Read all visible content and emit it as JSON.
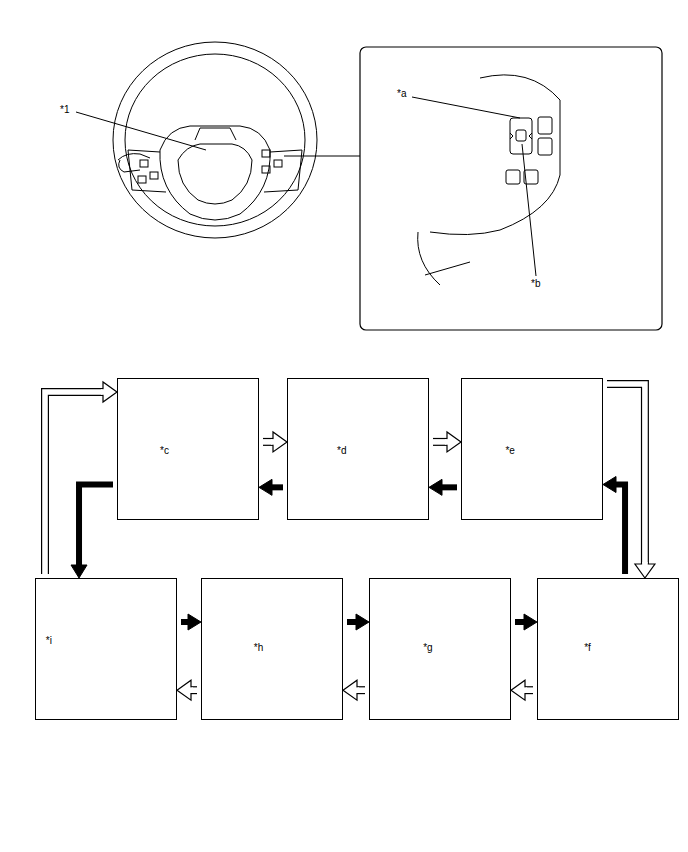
{
  "diagram": {
    "nodes": [
      {
        "text": [
          "*c"
        ]
      },
      {
        "text": [
          "*d"
        ]
      },
      {
        "text": [
          "*e"
        ]
      },
      {
        "text": [
          "*i"
        ]
      },
      {
        "text": [
          "*h"
        ]
      },
      {
        "text": [
          "*g"
        ]
      },
      {
        "text": [
          "*f"
        ]
      }
    ],
    "edges": [
      {
        "from": 0,
        "to": 1,
        "arrow": "to"
      },
      {
        "from": 1,
        "to": 2,
        "arrow": "to"
      },
      {
        "from": 2,
        "to": 6,
        "arrow": "to"
      },
      {
        "from": 6,
        "to": 5,
        "arrow": "to"
      },
      {
        "from": 5,
        "to": 4,
        "arrow": "to"
      },
      {
        "from": 4,
        "to": 3,
        "arrow": "to"
      },
      {
        "from": 3,
        "to": 0,
        "arrow": "to"
      },
      {
        "from": 2,
        "to": 1,
        "arrow": "to"
      },
      {
        "from": 1,
        "to": 0,
        "arrow": "to"
      },
      {
        "from": 0,
        "to": 3,
        "arrow": "to"
      },
      {
        "from": 3,
        "to": 4,
        "arrow": "to"
      },
      {
        "from": 4,
        "to": 5,
        "arrow": "to"
      },
      {
        "from": 5,
        "to": 6,
        "arrow": "to"
      },
      {
        "from": 6,
        "to": 2,
        "arrow": "to"
      }
    ],
    "labels": [
      "*1",
      "*a",
      "*b"
    ]
  }
}
